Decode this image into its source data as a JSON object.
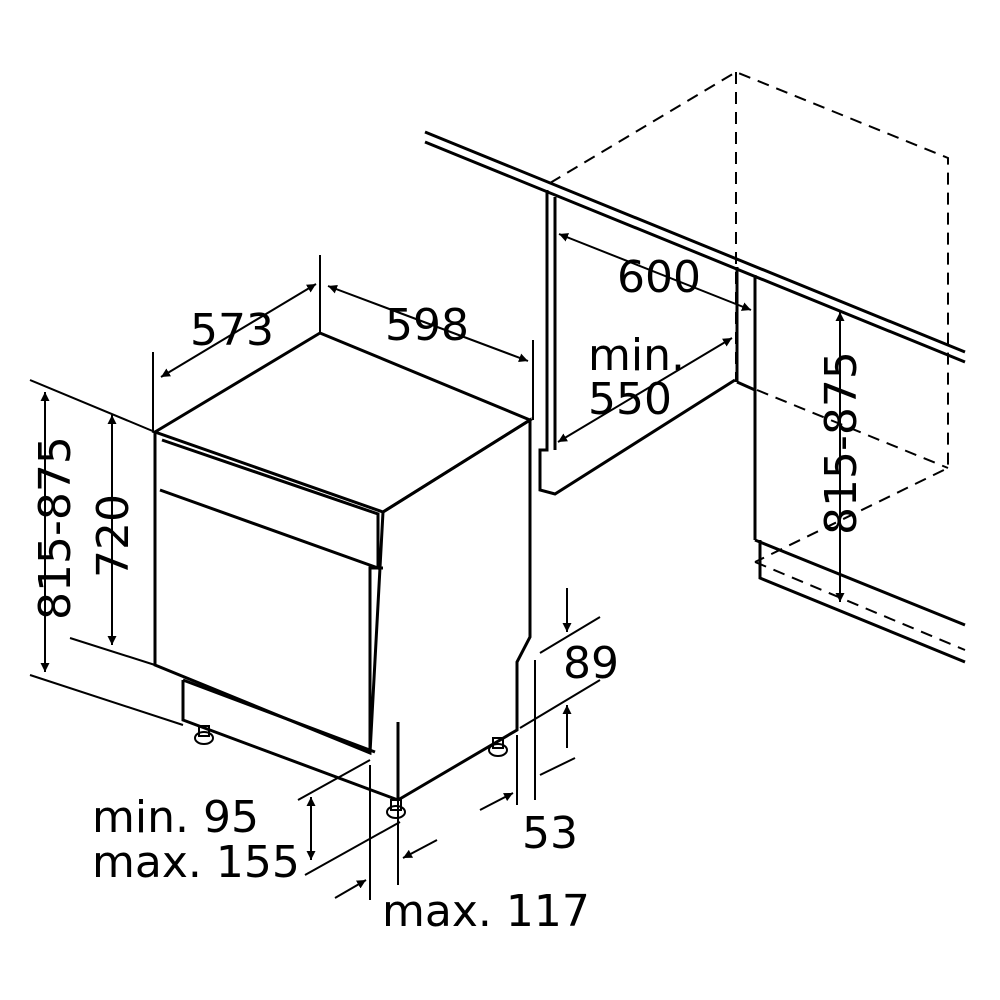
{
  "dimensions": {
    "depth_573": "573",
    "width_598": "598",
    "height_815_875_left": "815-875",
    "height_720": "720",
    "niche_width_600": "600",
    "niche_min_label": "min.",
    "niche_min_550": "550",
    "niche_height_815_875_right": "815-875",
    "plinth_89": "89",
    "plinth_53": "53",
    "feet_min_95": "min. 95",
    "feet_max_155": "max. 155",
    "feet_max_117": "max. 117"
  },
  "colors": {
    "line": "#000000",
    "background": "#ffffff"
  }
}
